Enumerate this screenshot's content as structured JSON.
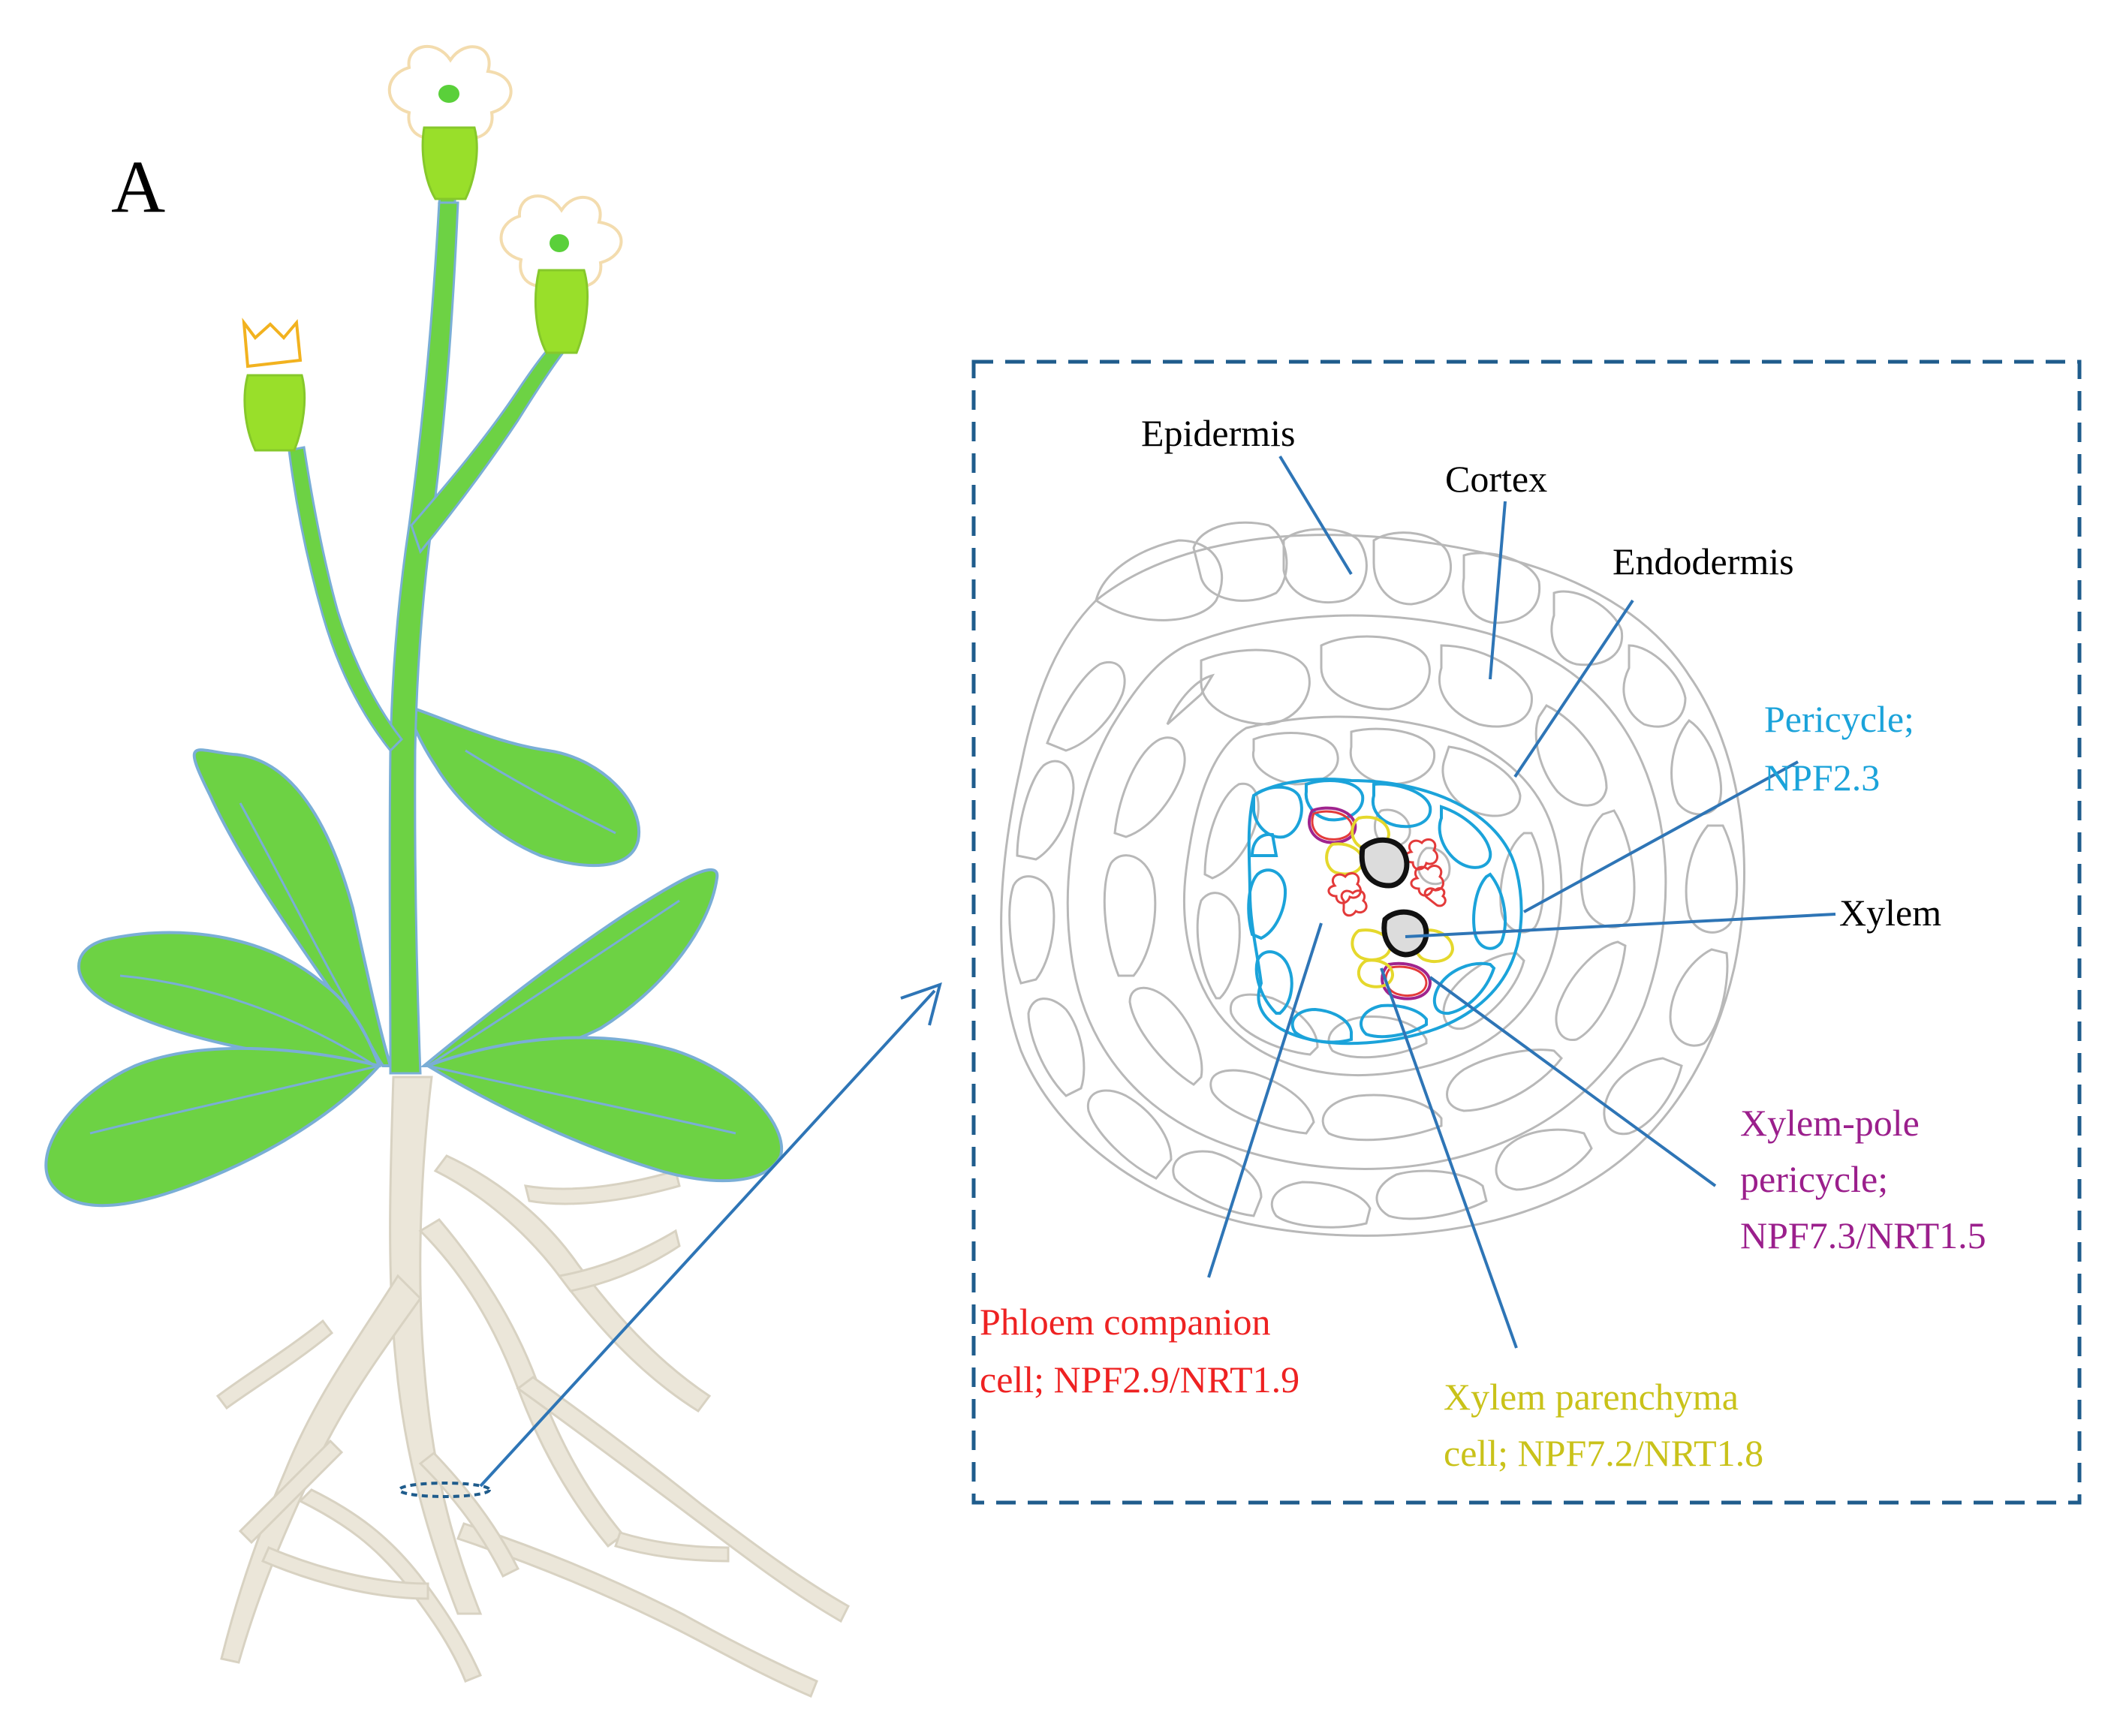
{
  "panel_label": "A",
  "labels": {
    "epidermis": "Epidermis",
    "cortex": "Cortex",
    "endodermis": "Endodermis",
    "pericycle_1": "Pericycle;",
    "pericycle_2": "NPF2.3",
    "xylem": "Xylem",
    "xpp_1": "Xylem-pole",
    "xpp_2": "pericycle;",
    "xpp_3": "NPF7.3/NRT1.5",
    "phloem_1": "Phloem companion",
    "phloem_2": "cell; NPF2.9/NRT1.9",
    "xparen_1": "Xylem parenchyma",
    "xparen_2": "cell; NPF7.2/NRT1.8"
  },
  "colors": {
    "leaf": "#6dd244",
    "leaf_edge": "#7aaed6",
    "stem": "#6dd244",
    "root": "#ebe6d9",
    "root_edge": "#d8d2c2",
    "flower_bud": "#99df2a",
    "petal_edge": "#f3dcae",
    "petal_edge_yellow": "#f2b21f",
    "leader": "#2e75b6",
    "box": "#1f5c8c",
    "cell_grey": "#b8b8b8",
    "pericycle": "#1ba3da",
    "xpp": "#a0248e",
    "phloem": "#e33a3a",
    "xparen": "#e5d82c",
    "xylem": "#111111",
    "black_text": "#000000",
    "blue_text": "#1ba3da",
    "purple_text": "#9b1f8c",
    "red_text": "#ee2222",
    "yellow_text": "#c9c21a"
  }
}
